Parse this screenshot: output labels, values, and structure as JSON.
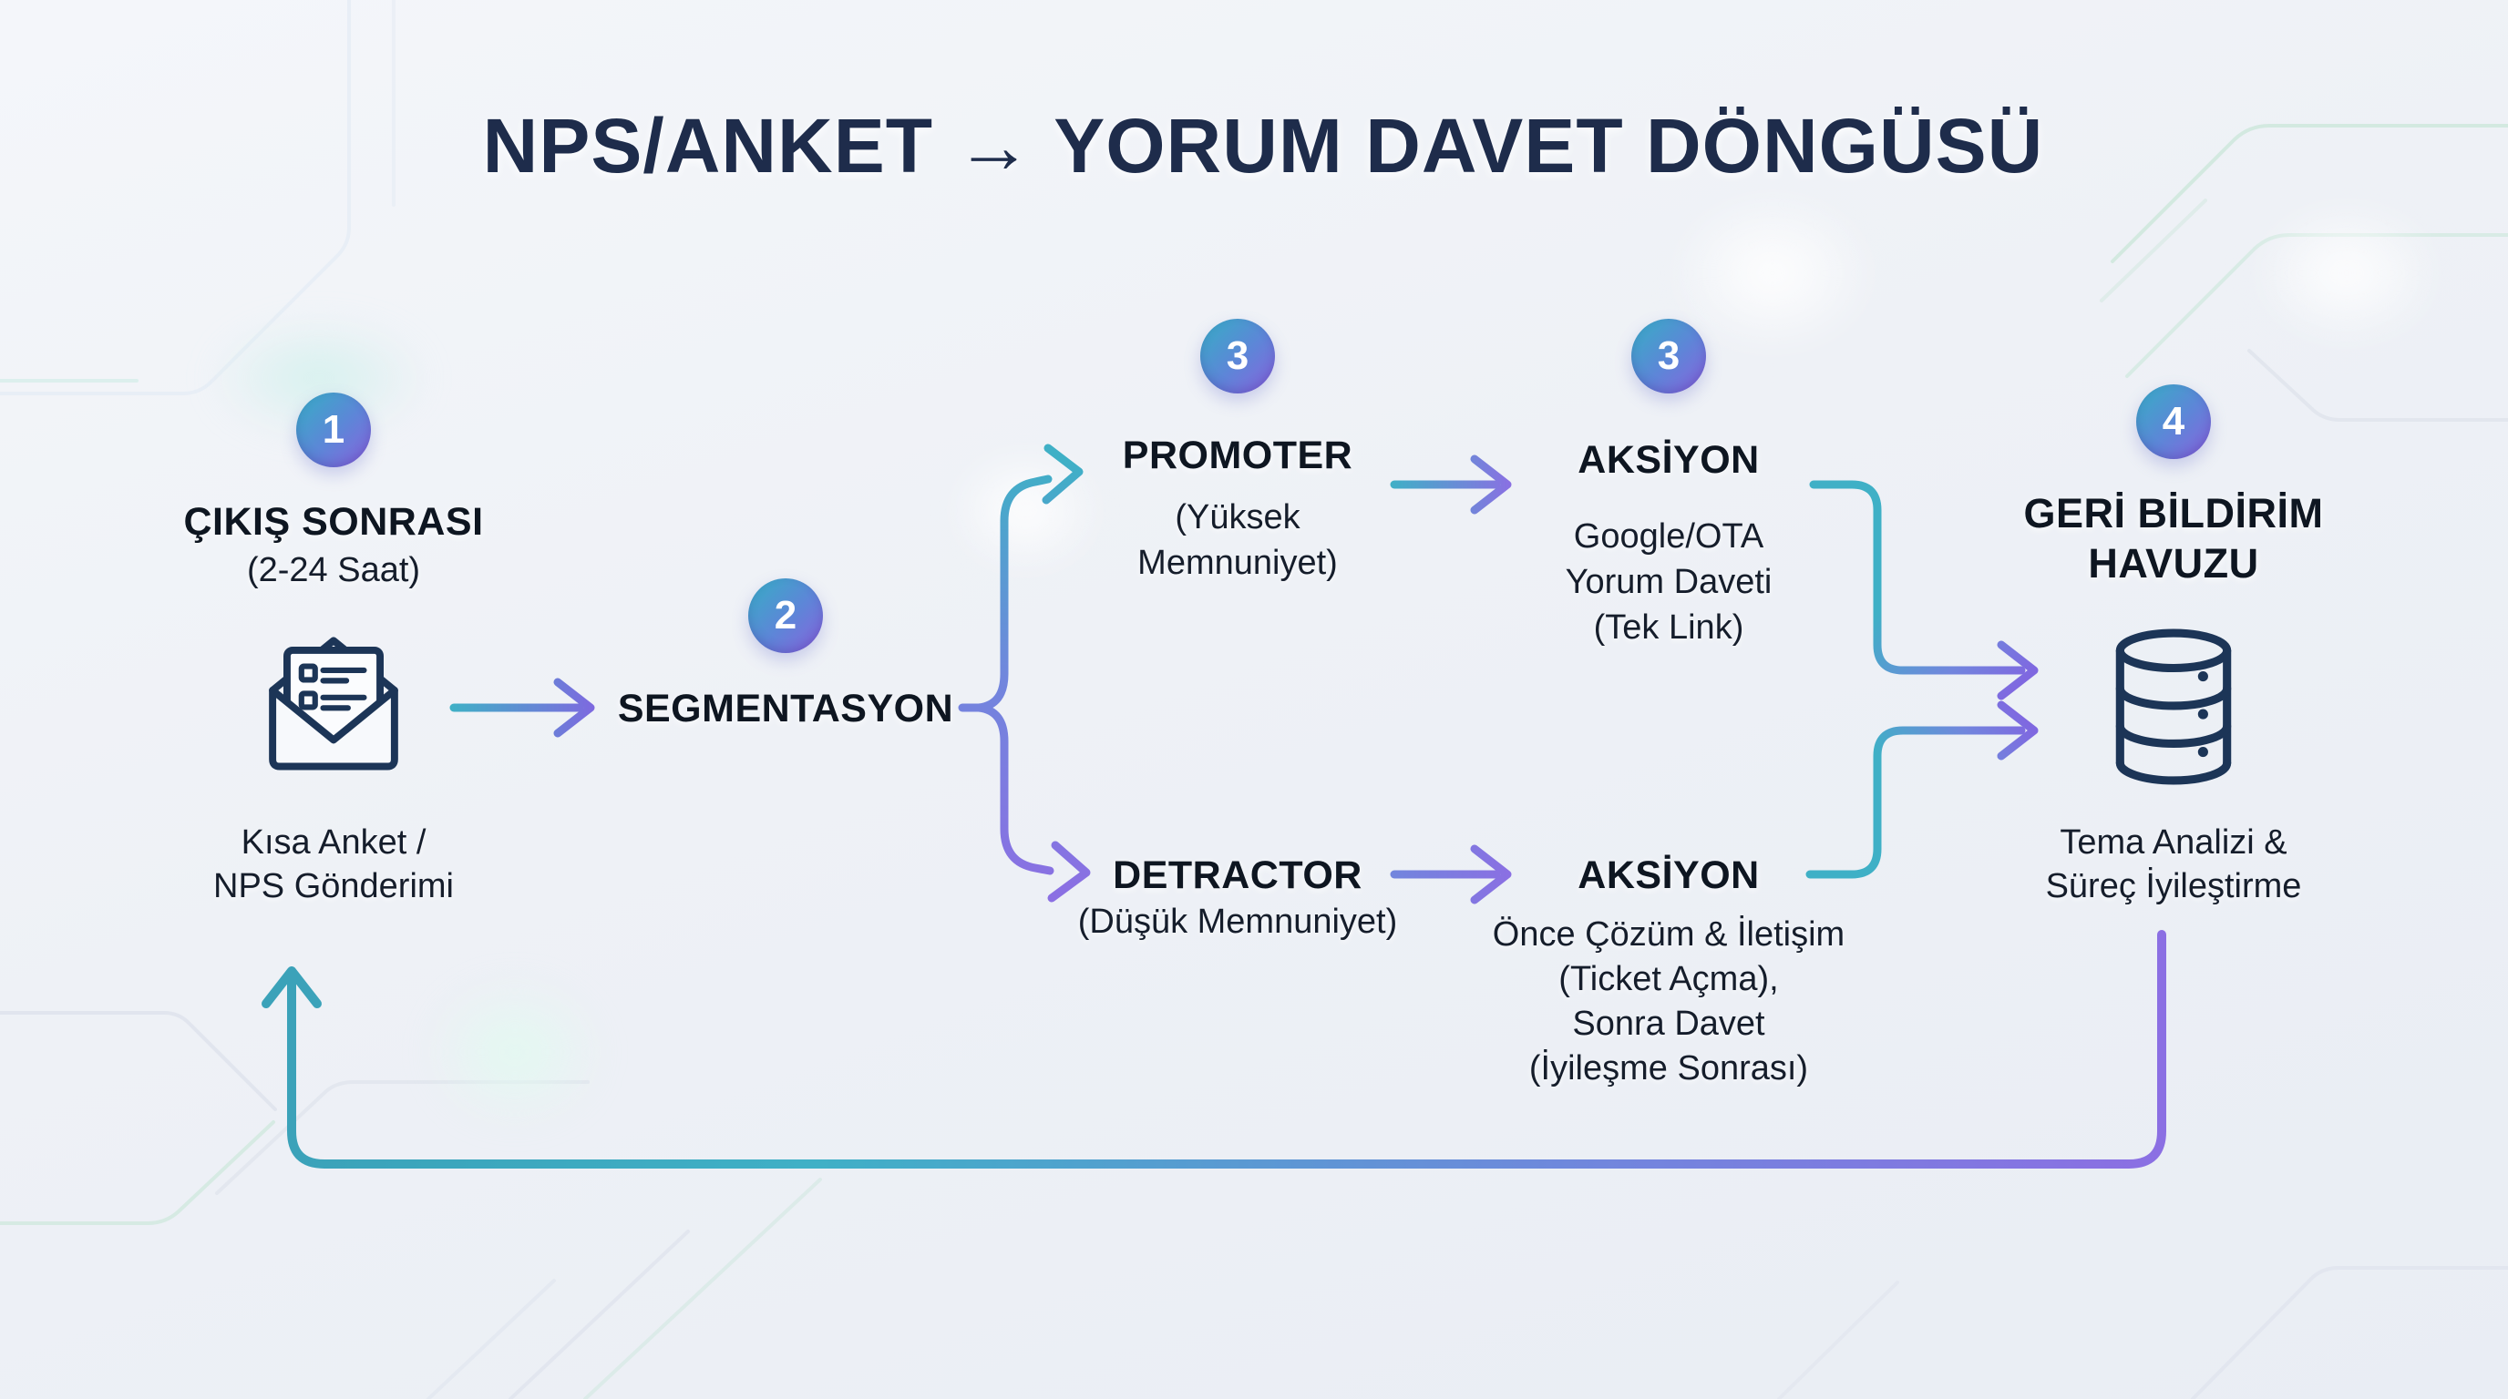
{
  "title": "NPS/ANKET → YORUM DAVET DÖNGÜSÜ",
  "colors": {
    "teal": "#3FB0C6",
    "teal_deep": "#3BA2B9",
    "blue": "#7186DD",
    "purple": "#8B6FE3",
    "purple_deep": "#7F68E0",
    "ink": "#0E1621",
    "navy_title": "#1E2C4B",
    "icon": "#1C3557",
    "badge_from": "#35AFC5",
    "badge_mid": "#5E85D8",
    "badge_to": "#8A62DD",
    "trace_mint": "#CFE8DE",
    "trace_grey": "#DEE3EC",
    "panel_line": "#E7EDF5"
  },
  "nodes": {
    "step1": {
      "badge": "1",
      "title": "ÇIKIŞ SONRASI",
      "subtitle": "(2-24 Saat)",
      "icon": "survey-envelope-icon",
      "caption1": "Kısa Anket /",
      "caption2": "NPS Gönderimi"
    },
    "step2": {
      "badge": "2",
      "title": "SEGMENTASYON"
    },
    "promoter": {
      "badge": "3",
      "title": "PROMOTER",
      "sub1": "(Yüksek",
      "sub2": "Memnuniyet)"
    },
    "action_promoter": {
      "badge": "3",
      "title": "AKSİYON",
      "line1": "Google/OTA",
      "line2": "Yorum Daveti",
      "line3": "(Tek Link)"
    },
    "detractor": {
      "title": "DETRACTOR",
      "sub": "(Düşük Memnuniyet)"
    },
    "action_detractor": {
      "title": "AKSİYON",
      "line1": "Önce Çözüm & İletişim",
      "line2": "(Ticket Açma),",
      "line3": "Sonra Davet",
      "line4": "(İyileşme Sonrası)"
    },
    "step4": {
      "badge": "4",
      "title1": "GERİ BİLDİRİM",
      "title2": "HAVUZU",
      "icon": "database-icon",
      "caption1": "Tema Analizi &",
      "caption2": "Süreç İyileştirme"
    }
  }
}
